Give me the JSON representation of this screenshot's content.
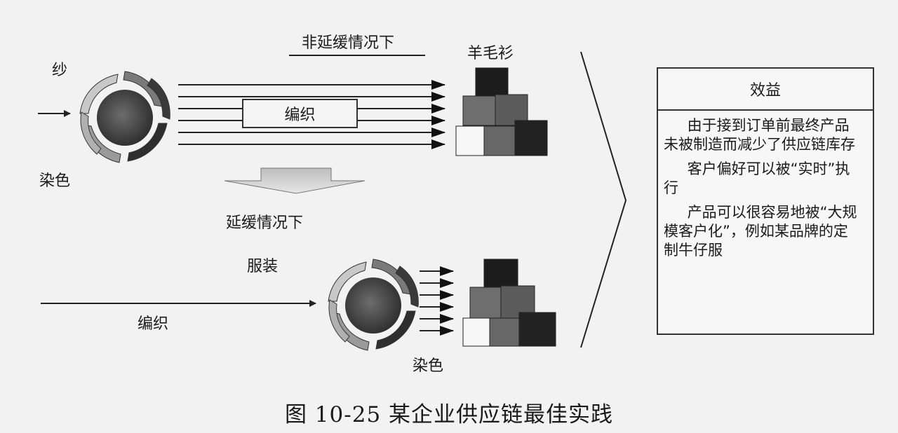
{
  "labels": {
    "yarn": "纱",
    "dye_top": "染色",
    "no_postpone": "非延缓情况下",
    "knit_top": "编织",
    "sweater": "羊毛衫",
    "postpone": "延缓情况下",
    "garment": "服装",
    "knit_bottom": "编织",
    "dye_bottom": "染色"
  },
  "panel": {
    "title": "效益",
    "items": [
      "由于接到订单前最终产品未被制造而减少了供应链库存",
      "客户偏好可以被“实时”执行",
      "产品可以很容易地被“大规模客户化”，例如某品牌的定制牛仔服"
    ]
  },
  "caption": "图 10-25  某企业供应链最佳实践",
  "colors": {
    "line": "#222222",
    "box_dark": "#1e1e1e",
    "box_mid": "#6a6a6a",
    "box_light": "#f6f6f6"
  }
}
